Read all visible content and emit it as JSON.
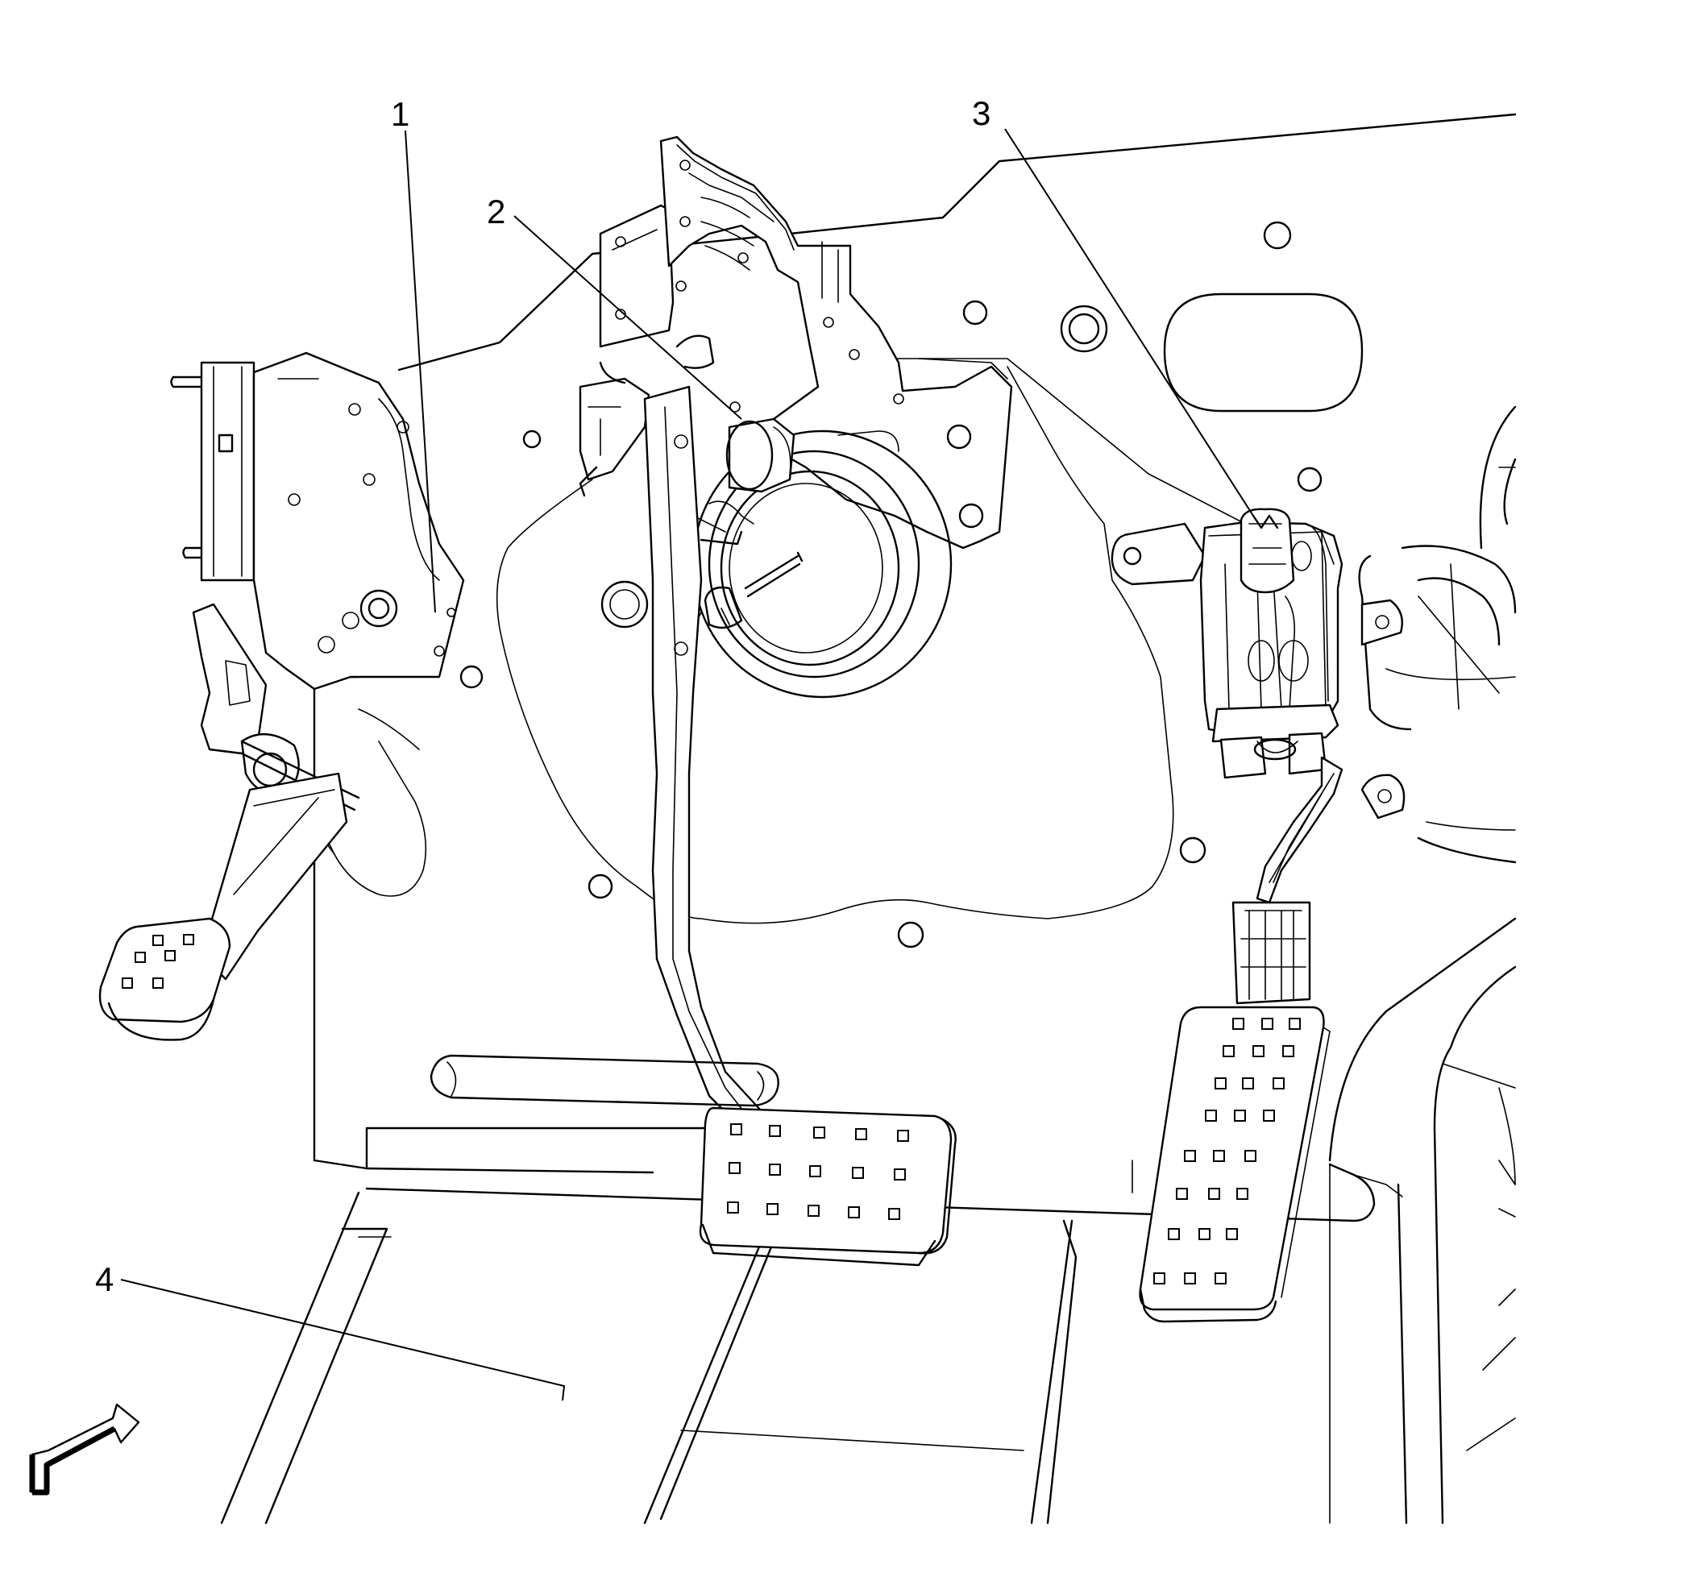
{
  "diagram": {
    "callouts": [
      {
        "id": "1",
        "label": "1"
      },
      {
        "id": "2",
        "label": "2"
      },
      {
        "id": "3",
        "label": "3"
      },
      {
        "id": "4",
        "label": "4"
      }
    ],
    "icons": {
      "view-arrow": "forward-direction-arrow-icon"
    }
  }
}
